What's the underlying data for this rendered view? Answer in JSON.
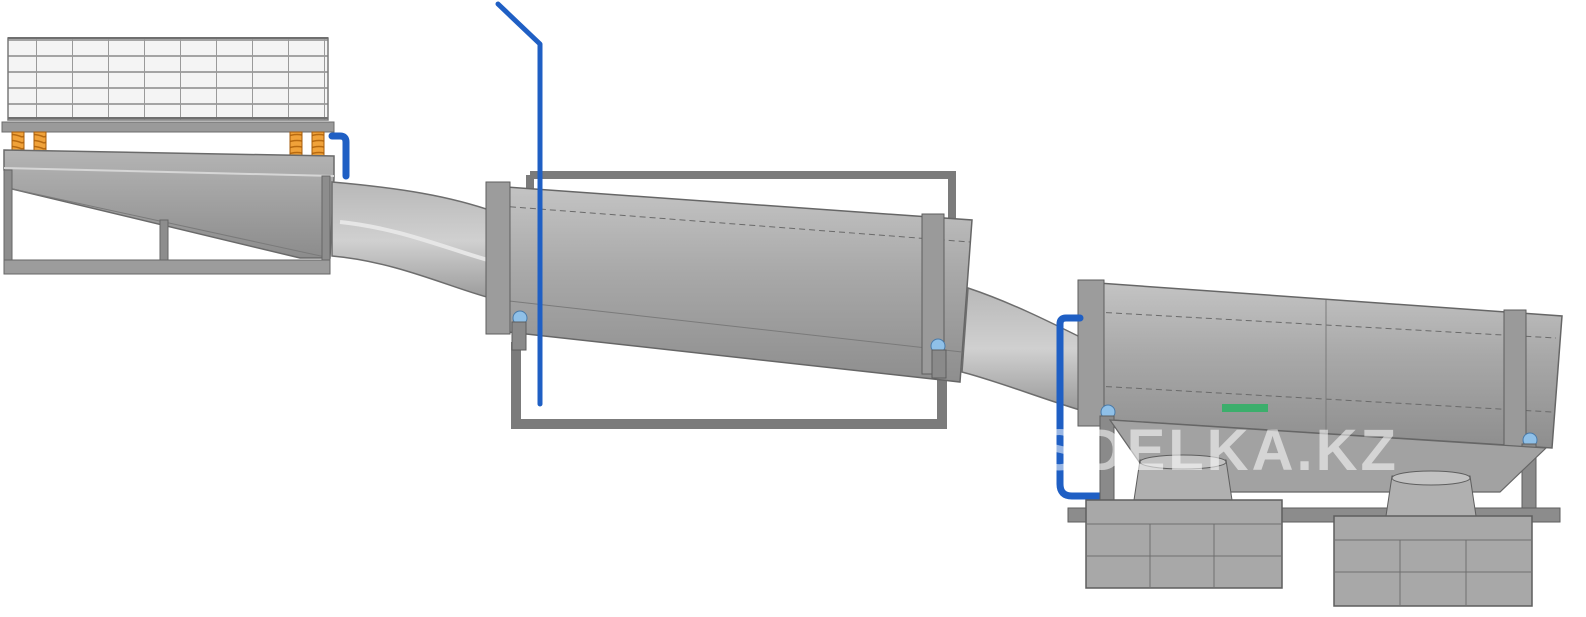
{
  "watermark": {
    "text": "SDELKA.KZ"
  },
  "colors": {
    "steel": "#a3a3a3",
    "steel_light": "#bdbdbd",
    "steel_dark": "#6f6f6f",
    "frame": "#7d7d7d",
    "pipe_blue": "#1f5fc4",
    "spring_orange": "#e08a1e",
    "bearing_blue": "#8fc0e8",
    "indicator_green": "#3cae6c",
    "background": "#ffffff"
  },
  "icons": {
    "feed_hopper": "vibrating-grid-feeder",
    "drum_1": "rotary-drum-scrubber",
    "drum_2": "rotary-drum-screen",
    "outlets": "discharge-hopper"
  }
}
